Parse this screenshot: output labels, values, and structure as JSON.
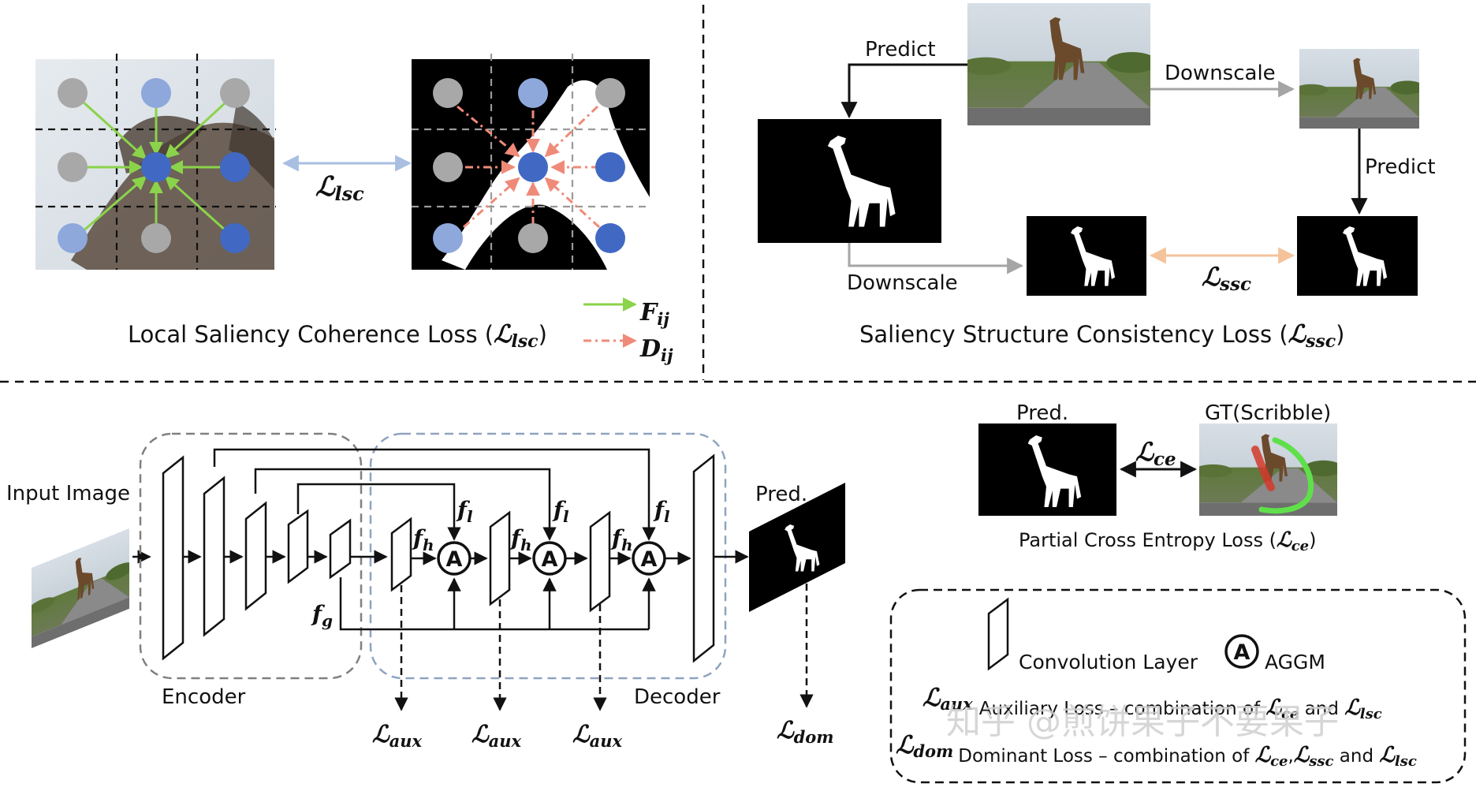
{
  "top_left": {
    "loss_symbol": "ℒ",
    "loss_sub": "lsc",
    "caption_prefix": "Local Saliency Coherence Loss (",
    "caption_symbol": "ℒ",
    "caption_sub": "lsc",
    "caption_suffix": ")",
    "legend": [
      {
        "symbol": "F",
        "sub": "ij",
        "style": "solid green arrow"
      },
      {
        "symbol": "D",
        "sub": "ij",
        "style": "dash-dot red arrow"
      }
    ]
  },
  "top_right": {
    "predict_1": "Predict",
    "downscale_1": "Downscale",
    "predict_2": "Predict",
    "downscale_2": "Downscale",
    "loss_symbol": "ℒ",
    "loss_sub": "ssc",
    "caption_prefix": "Saliency Structure Consistency Loss (",
    "caption_symbol": "ℒ",
    "caption_sub": "ssc",
    "caption_suffix": ")"
  },
  "network": {
    "input_label": "Input Image",
    "encoder_label": "Encoder",
    "decoder_label": "Decoder",
    "pred_label": "Pred.",
    "fg": {
      "symbol": "f",
      "sub": "g"
    },
    "fh": {
      "symbol": "f",
      "sub": "h"
    },
    "fl": {
      "symbol": "f",
      "sub": "l"
    },
    "aggm_glyph": "A",
    "aux_loss": {
      "symbol": "ℒ",
      "sub": "aux"
    },
    "dom_loss": {
      "symbol": "ℒ",
      "sub": "dom"
    }
  },
  "ce_block": {
    "pred_label": "Pred.",
    "gt_label": "GT(Scribble)",
    "loss_symbol": "ℒ",
    "loss_sub": "ce",
    "caption_prefix": "Partial Cross Entropy Loss (",
    "caption_symbol": "ℒ",
    "caption_sub": "ce",
    "caption_suffix": ")"
  },
  "legend_box": {
    "conv_label": "Convolution Layer",
    "aggm_label": "AGGM",
    "aux_symbol": "ℒ",
    "aux_sub": "aux",
    "aux_desc": "Auxiliary Loss – combination of ",
    "aux_terms": [
      {
        "symbol": "ℒ",
        "sub": "ce"
      },
      {
        "symbol": "ℒ",
        "sub": "lsc"
      }
    ],
    "aux_and": " and ",
    "dom_symbol": "ℒ",
    "dom_sub": "dom",
    "dom_desc": "Dominant Loss – combination of ",
    "dom_terms": [
      {
        "symbol": "ℒ",
        "sub": "ce"
      },
      {
        "symbol": "ℒ",
        "sub": "ssc"
      },
      {
        "symbol": "ℒ",
        "sub": "lsc"
      }
    ],
    "dom_sep": ",",
    "dom_and": " and "
  },
  "watermark": "知乎 @煎饼果子不要果子",
  "colors": {
    "green_arrow": "#8bd34a",
    "red_arrow": "#f08a78",
    "blue_node": "#4169c4",
    "light_blue_node": "#8ea8dc",
    "gray_node": "#a8a8a8",
    "peach_arrow": "#f5c39a",
    "lsc_arrow": "#a9bfe2",
    "encoder_box": "#808080",
    "decoder_box": "#8fa3c0"
  }
}
